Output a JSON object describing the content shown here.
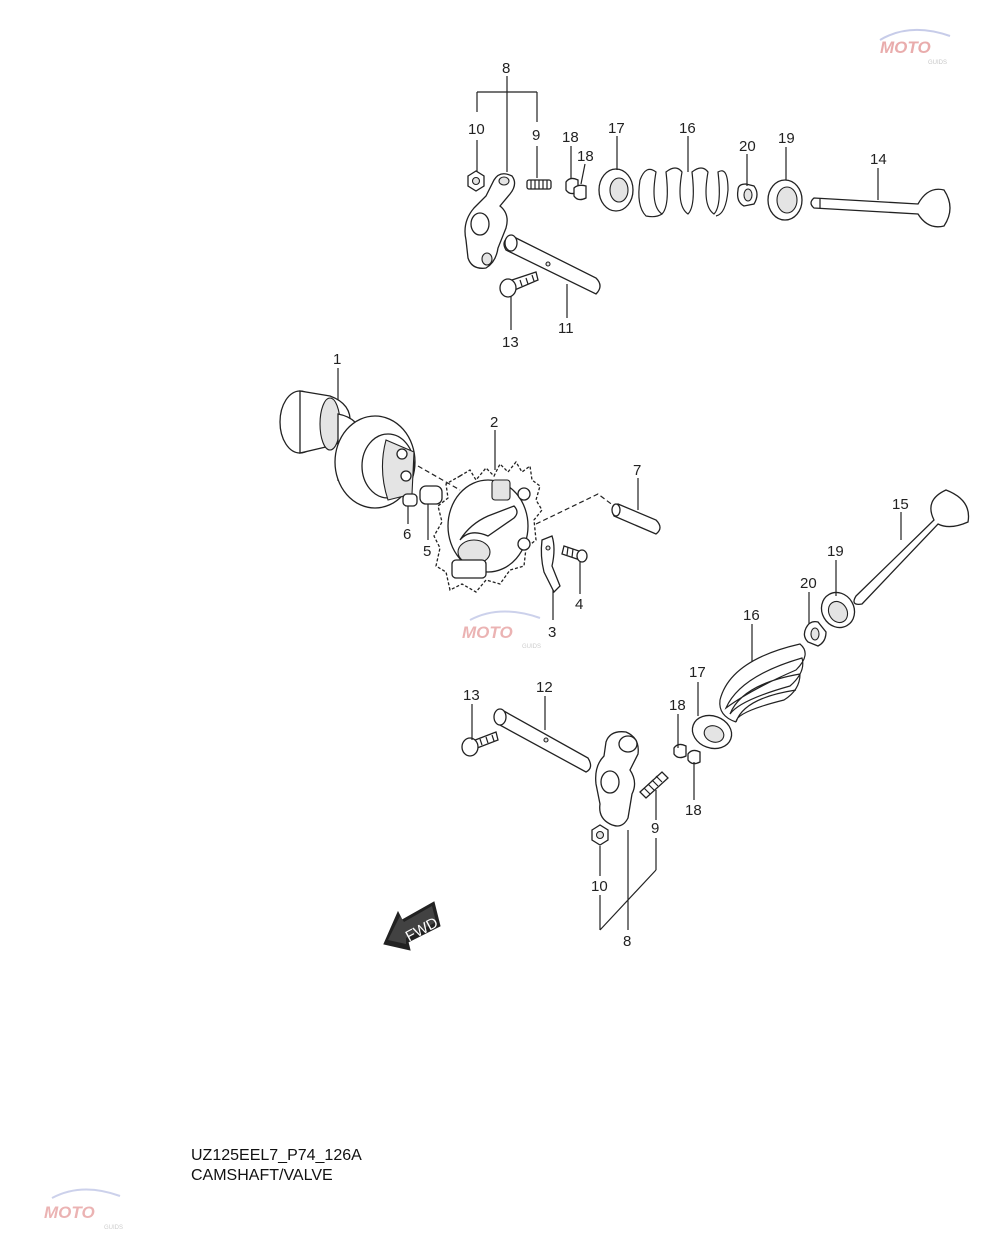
{
  "diagram": {
    "drawing_code": "UZ125EEL7_P74_126A",
    "title": "CAMSHAFT/VALVE",
    "direction_label": "FWD",
    "watermark": {
      "brand": "MOTO",
      "sub": "GUIDS"
    },
    "labels": {
      "p1": "1",
      "p2": "2",
      "p3": "3",
      "p4": "4",
      "p5": "5",
      "p6": "6",
      "p7": "7",
      "p8a": "8",
      "p8b": "8",
      "p9a": "9",
      "p9b": "9",
      "p10a": "10",
      "p10b": "10",
      "p11": "11",
      "p12": "12",
      "p13a": "13",
      "p13b": "13",
      "p14": "14",
      "p15": "15",
      "p16a": "16",
      "p16b": "16",
      "p17a": "17",
      "p17b": "17",
      "p18a": "18",
      "p18b": "18",
      "p18c": "18",
      "p18d": "18",
      "p19a": "19",
      "p19b": "19",
      "p20a": "20",
      "p20b": "20"
    }
  }
}
